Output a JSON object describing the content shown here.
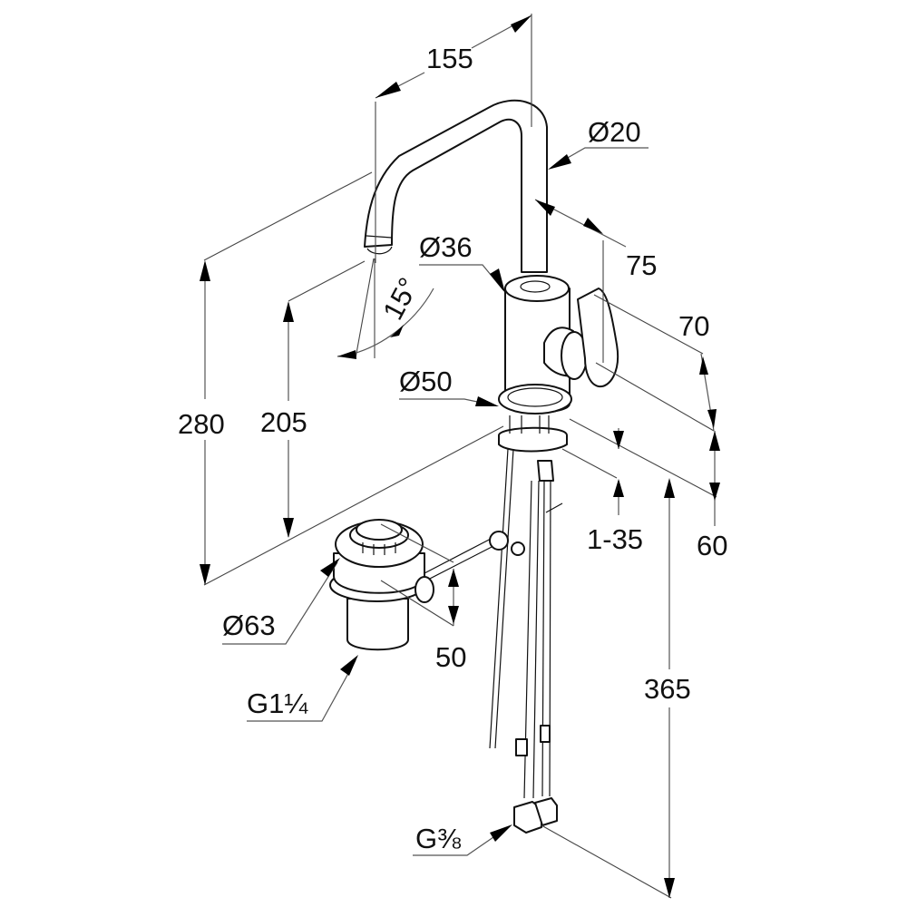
{
  "drawing": {
    "title": "Faucet dimension drawing",
    "units": "mm",
    "labels": {
      "spout_reach": "155",
      "spout_diameter": "Ø20",
      "lever_offset": "75",
      "body_diameter": "Ø36",
      "spout_angle": "15°",
      "lever_height": "70",
      "base_diameter": "Ø50",
      "total_height": "280",
      "outlet_height": "205",
      "counter_thickness": "1-35",
      "base_to_mount": "60",
      "waste_diameter": "Ø63",
      "waste_height": "50",
      "waste_thread": "G1¼",
      "hose_length": "365",
      "hose_thread": "G⅜"
    }
  }
}
